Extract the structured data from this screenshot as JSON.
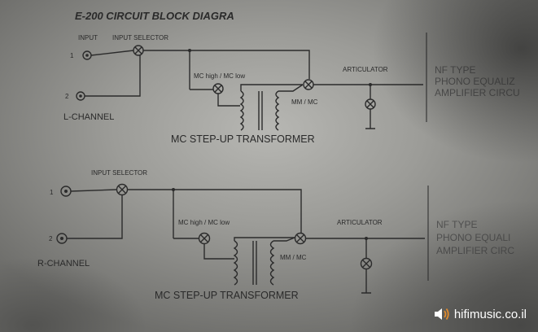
{
  "title": "E-200 CIRCUIT BLOCK DIAGRA",
  "upper": {
    "input_label": "INPUT",
    "selector_label": "INPUT SELECTOR",
    "pin1": "1",
    "pin2": "2",
    "channel": "L-CHANNEL",
    "mc_switch": "MC high / MC low",
    "mm_mc": "MM / MC",
    "articulator": "ARTICULATOR",
    "transformer": "MC STEP-UP TRANSFORMER",
    "nf_lines": [
      "NF TYPE",
      "PHONO EQUALIZ",
      "AMPLIFIER CIRCU"
    ]
  },
  "lower": {
    "selector_label": "INPUT SELECTOR",
    "pin1": "1",
    "pin2": "2",
    "channel": "R-CHANNEL",
    "mc_switch": "MC high / MC low",
    "mm_mc": "MM / MC",
    "articulator": "ARTICULATOR",
    "transformer": "MC STEP-UP TRANSFORMER",
    "nf_lines": [
      "NF TYPE",
      "PHONO EQUALI",
      "AMPLIFIER CIRC"
    ]
  },
  "watermark": "hifimusic.co.il",
  "colors": {
    "ink": "#2b2b2b",
    "paper": "#a9a9a5"
  }
}
